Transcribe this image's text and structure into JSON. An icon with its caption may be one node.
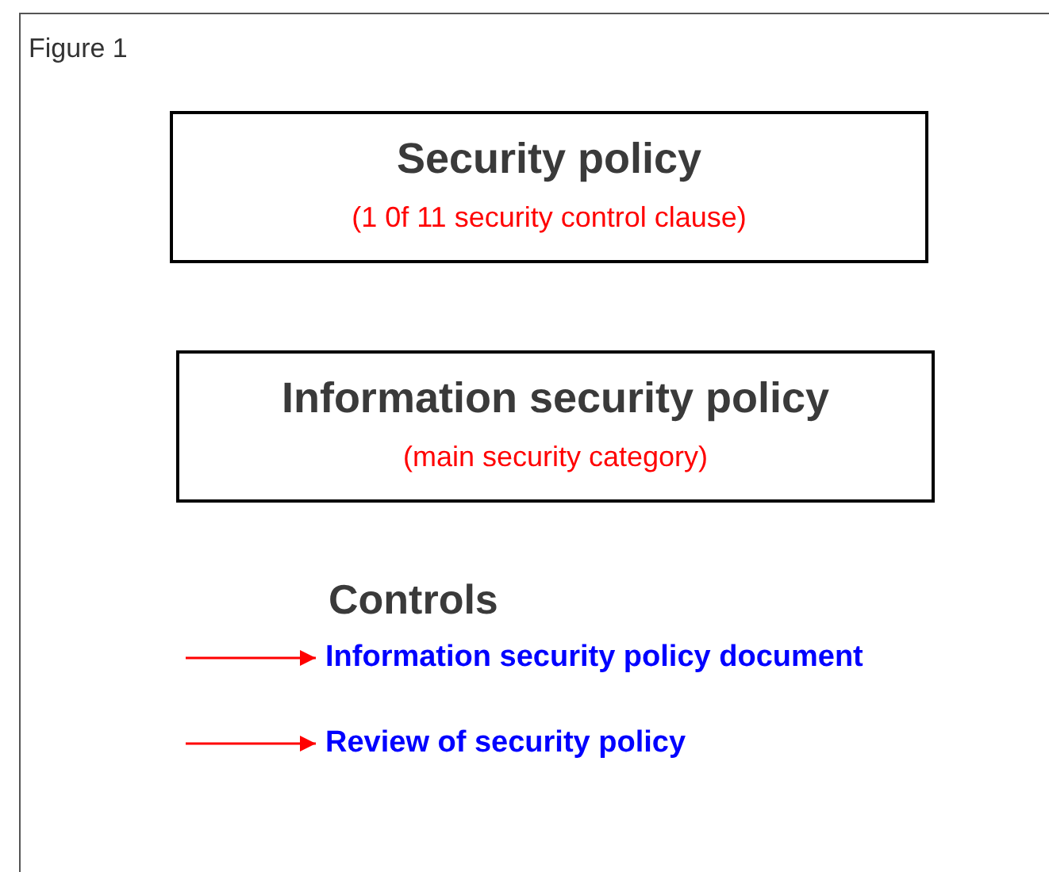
{
  "diagram": {
    "nodes": [
      {
        "text": [
          "Security policy",
          "(1 0f 11 security control clause)"
        ]
      },
      {
        "text": [
          "Information security policy",
          "(main security category)"
        ]
      },
      {
        "text": [
          "Information security policy document"
        ]
      },
      {
        "text": [
          "Review of security policy"
        ]
      }
    ],
    "edges": [
      {
        "from": null,
        "to": 2,
        "arrow": "to"
      },
      {
        "from": null,
        "to": 3,
        "arrow": "to"
      }
    ],
    "labels": [
      "Figure 1",
      "Controls"
    ]
  }
}
